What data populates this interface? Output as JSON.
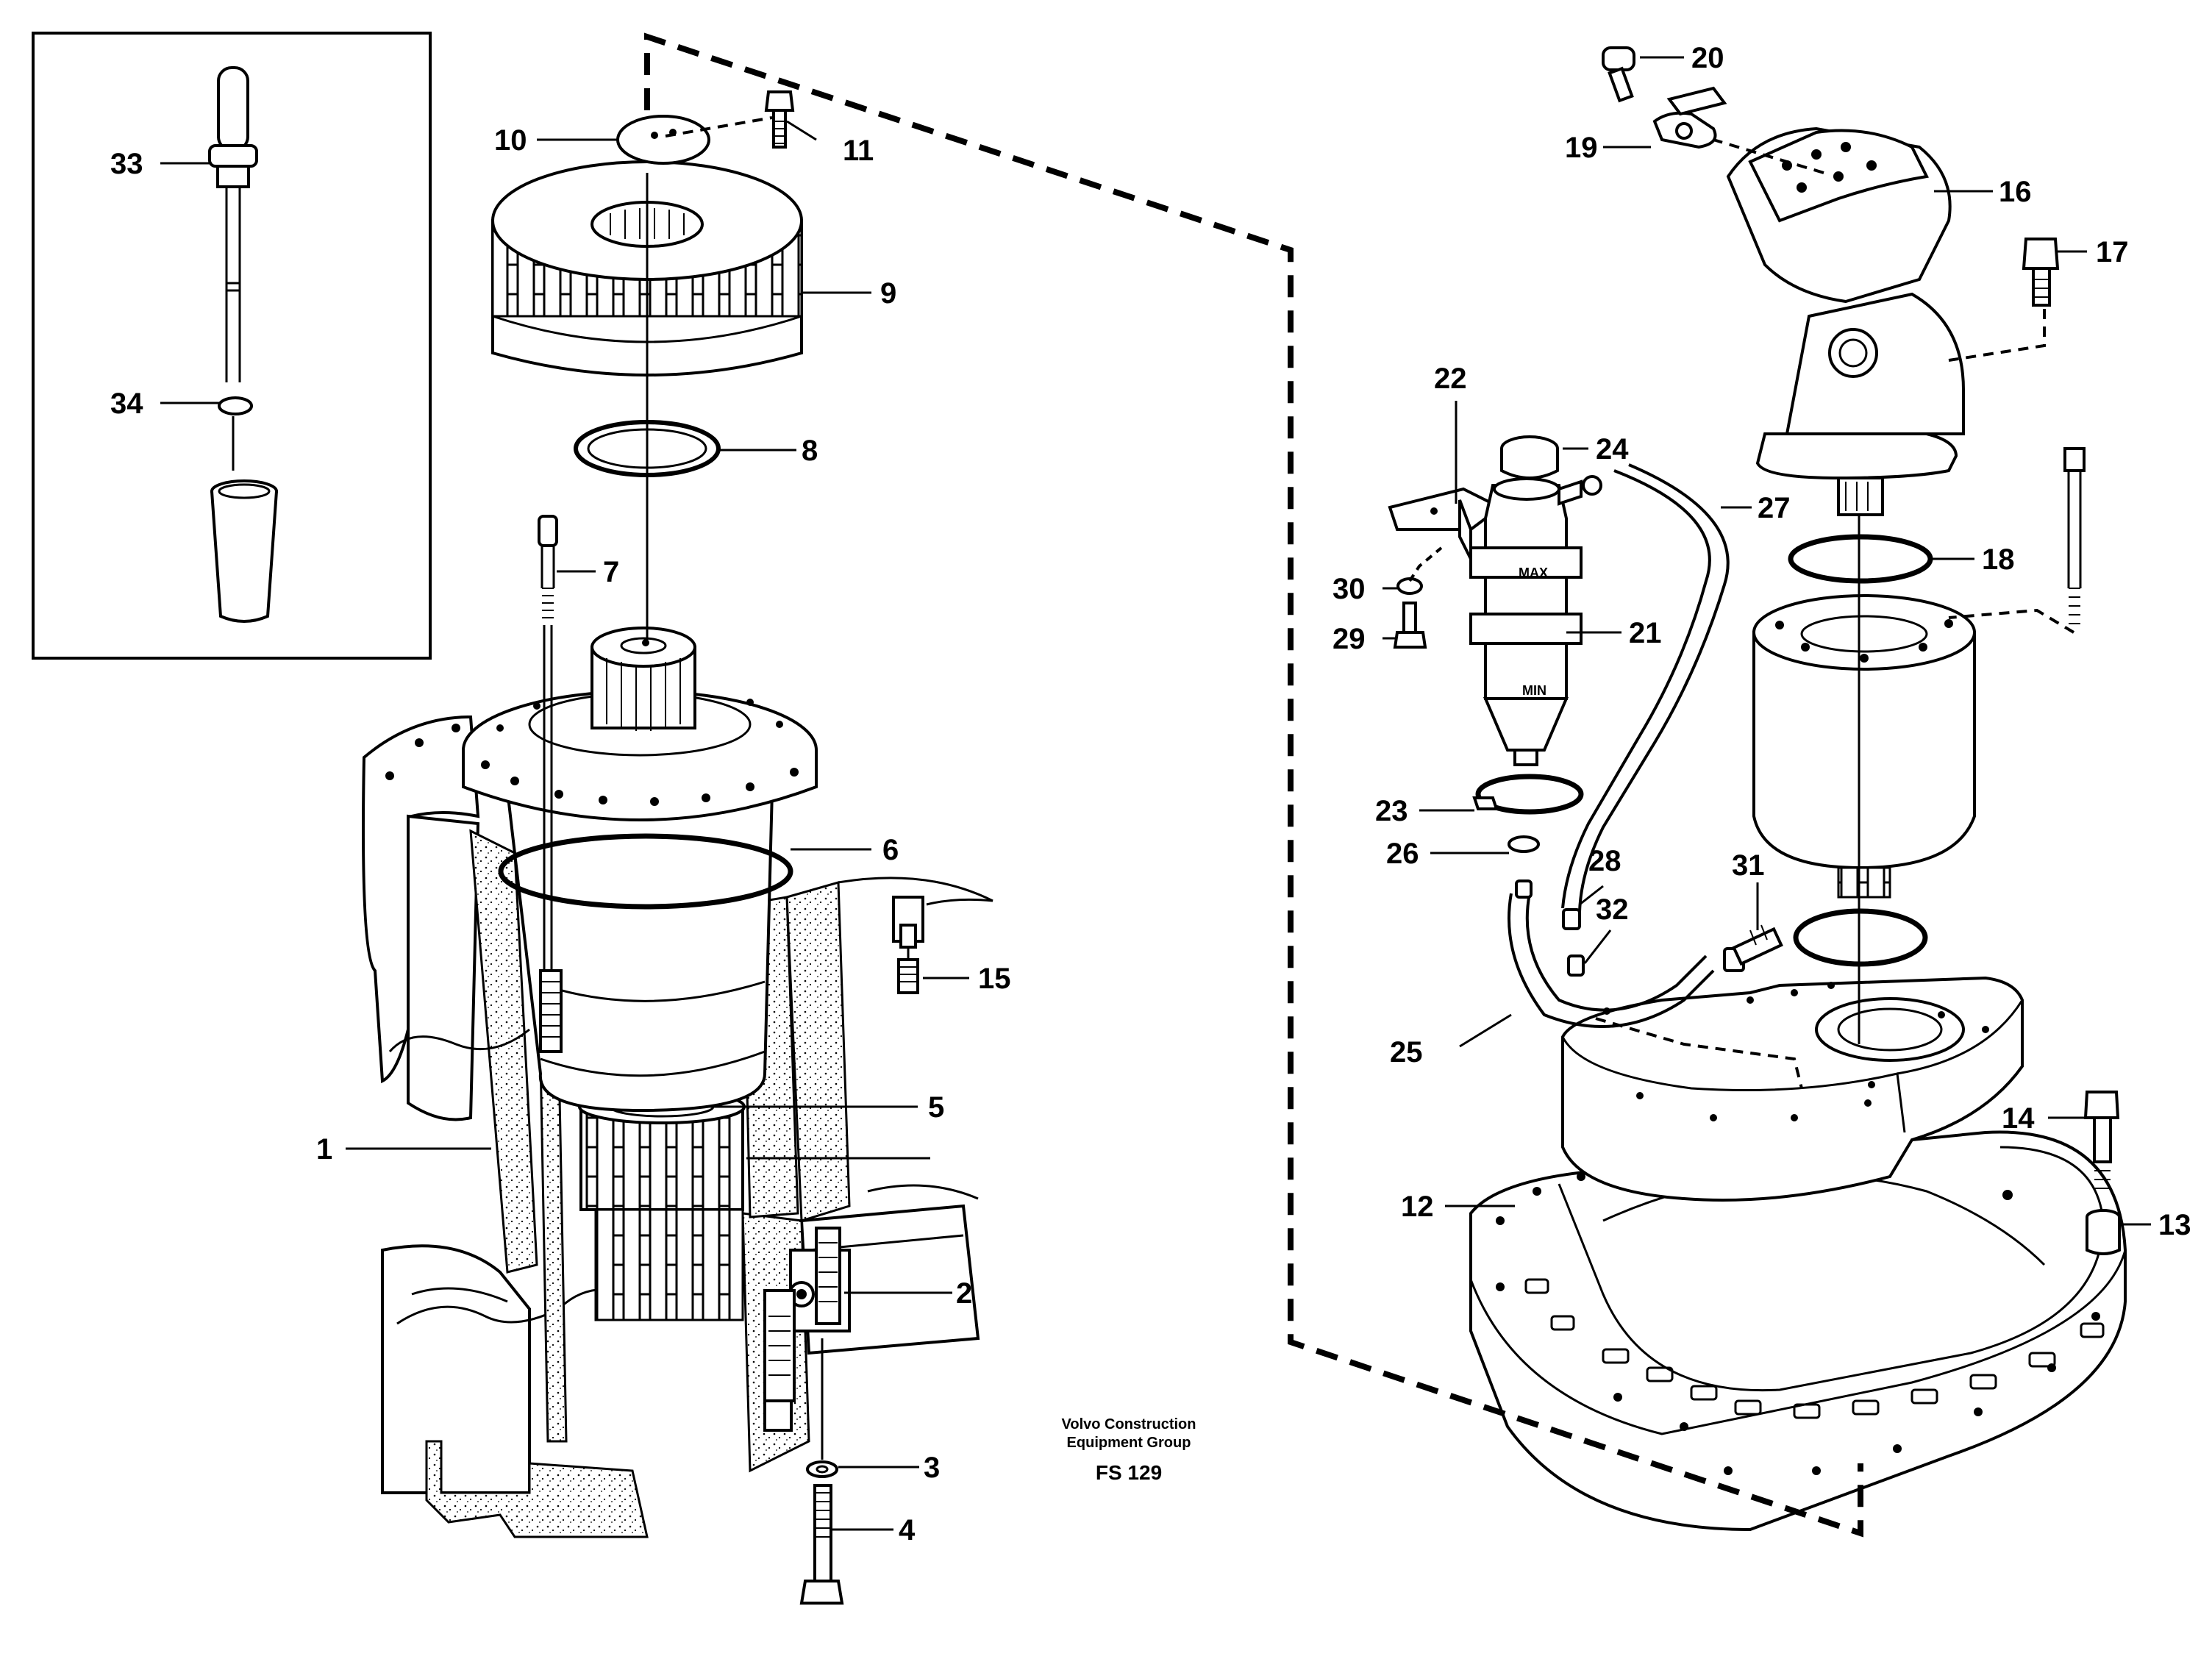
{
  "caption": {
    "company_line1": "Volvo Construction",
    "company_line2": "Equipment Group",
    "figure_code": "FS 129"
  },
  "filter_marks": {
    "max": "MAX",
    "min": "MIN"
  },
  "callouts": [
    {
      "number": "1"
    },
    {
      "number": "2"
    },
    {
      "number": "3"
    },
    {
      "number": "4"
    },
    {
      "number": "5"
    },
    {
      "number": "6"
    },
    {
      "number": "7"
    },
    {
      "number": "8"
    },
    {
      "number": "9"
    },
    {
      "number": "10"
    },
    {
      "number": "11"
    },
    {
      "number": "12"
    },
    {
      "number": "13"
    },
    {
      "number": "14"
    },
    {
      "number": "15"
    },
    {
      "number": "16"
    },
    {
      "number": "17"
    },
    {
      "number": "18"
    },
    {
      "number": "19"
    },
    {
      "number": "20"
    },
    {
      "number": "21"
    },
    {
      "number": "22"
    },
    {
      "number": "23"
    },
    {
      "number": "24"
    },
    {
      "number": "25"
    },
    {
      "number": "26"
    },
    {
      "number": "27"
    },
    {
      "number": "28"
    },
    {
      "number": "29"
    },
    {
      "number": "30"
    },
    {
      "number": "31"
    },
    {
      "number": "32"
    },
    {
      "number": "33"
    },
    {
      "number": "34"
    }
  ]
}
